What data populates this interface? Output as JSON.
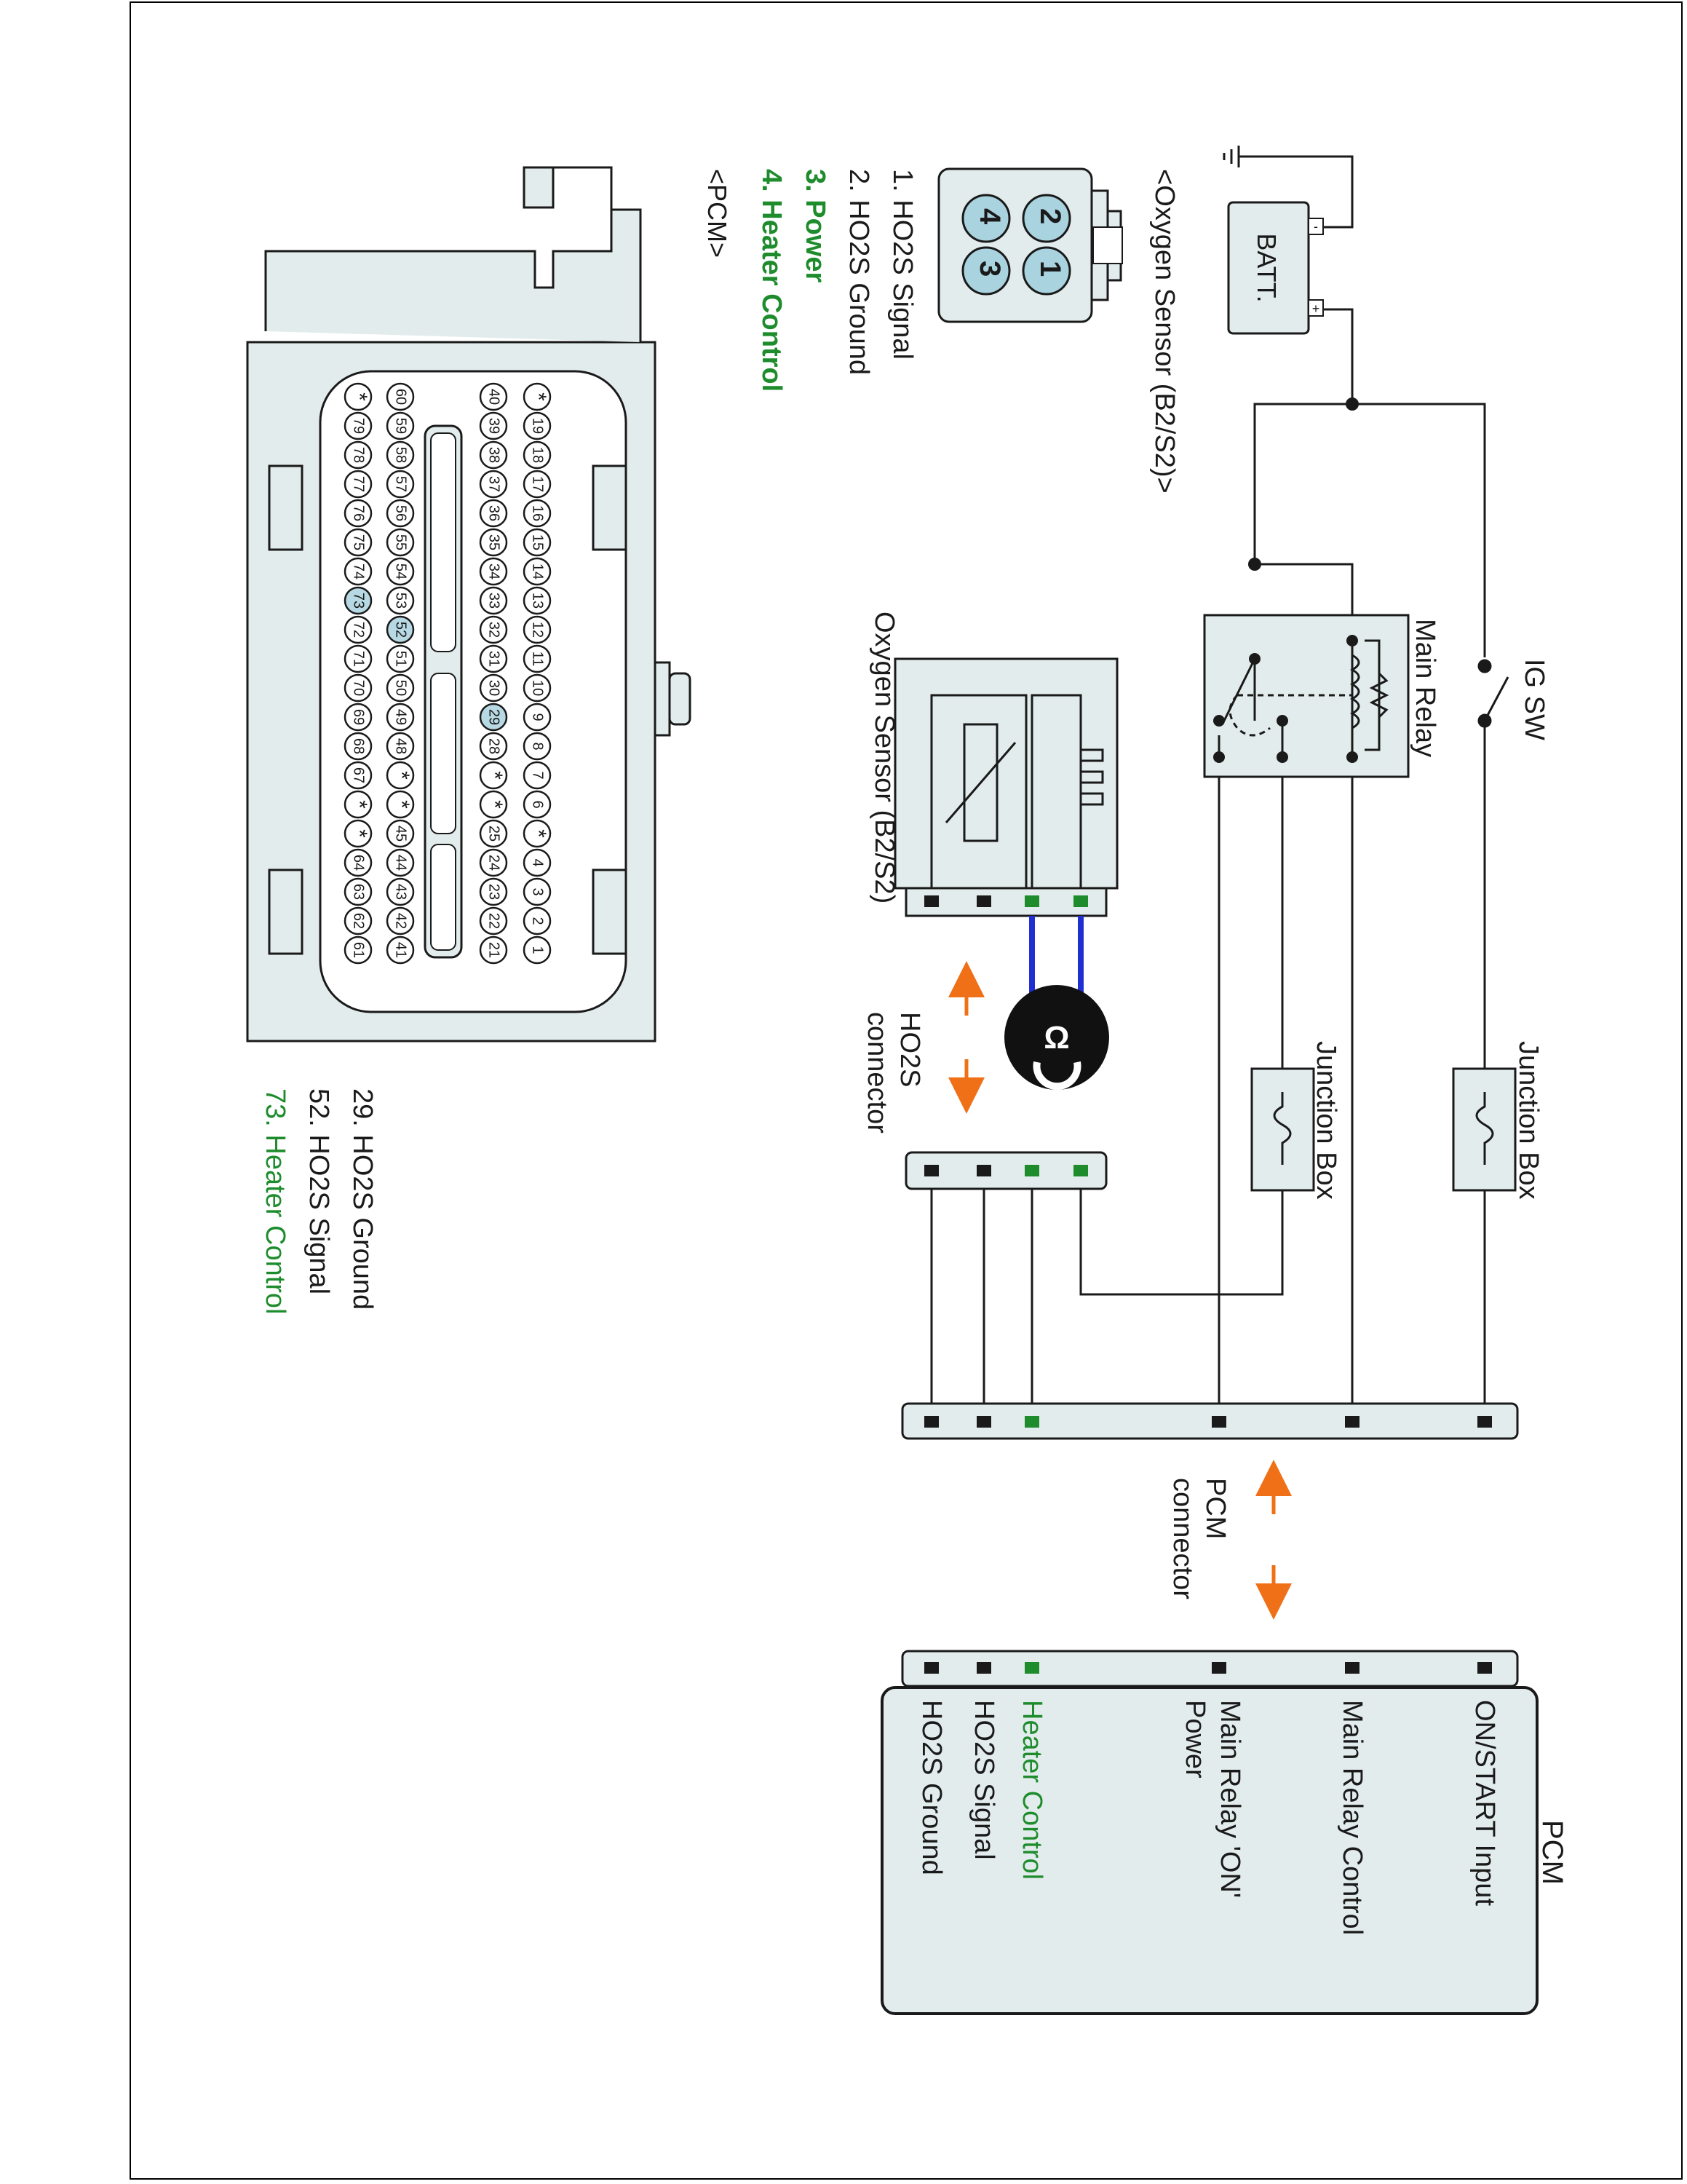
{
  "colors": {
    "line": "#1a1a1a",
    "box_fill": "#e3ecec",
    "pin_ring": "#ffffff",
    "pin_highlight": "#b7d9e3",
    "sensor_pin_fill": "#a9d3df",
    "heater_green": "#1e8c2d",
    "signal_blue": "#1f2fd1",
    "arrow_orange": "#f07018"
  },
  "icons": {
    "ground": "ground-icon",
    "switch": "switch-icon",
    "fuse": "fuse-icon",
    "ho2s": "ho2s-connector-icon"
  },
  "labels": {
    "ig_sw": "IG SW",
    "main_relay": "Main Relay",
    "batt": "BATT.",
    "junction_box_1": "Junction Box",
    "junction_box_2": "Junction Box",
    "sensor_title": "<Oxygen Sensor (B2/S2)>",
    "sensor_label": "Oxygen Sensor (B2/S2)",
    "ho2s_connector": [
      "HO2S",
      "connector"
    ],
    "pcm_connector": [
      "PCM",
      "connector"
    ],
    "pcm_title": "PCM",
    "pcm_connector_title": "<PCM>"
  },
  "sensor_pins": [
    {
      "text": "1. HO2S  Signal",
      "green": false
    },
    {
      "text": "2. HO2S  Ground",
      "green": false
    },
    {
      "text": "3. Power",
      "green": true
    },
    {
      "text": "4. Heater Control",
      "green": true
    }
  ],
  "sensor_connector_numbers": [
    "2",
    "1",
    "4",
    "3"
  ],
  "pcm_pin_legend": [
    {
      "text": "29. HO2S  Ground",
      "green": false
    },
    {
      "text": "52. HO2S  Signal",
      "green": false
    },
    {
      "text": "73. Heater Control",
      "green": true
    }
  ],
  "pcm_terminals": [
    {
      "text": "ON/START Input",
      "green": false
    },
    {
      "text": "Main Relay Control",
      "green": false
    },
    {
      "text": "Main Relay 'ON'",
      "green": false
    },
    {
      "text": "Power",
      "green": false
    },
    {
      "text": "Heater Control",
      "green": true
    },
    {
      "text": "HO2S  Signal",
      "green": false
    },
    {
      "text": "HO2S  Ground",
      "green": false
    }
  ],
  "pcm_pin_rows": [
    [
      "*",
      "19",
      "18",
      "17",
      "16",
      "15",
      "14",
      "13",
      "12",
      "11",
      "10",
      "9",
      "8",
      "7",
      "6",
      "*",
      "4",
      "3",
      "2",
      "1"
    ],
    [
      "40",
      "39",
      "38",
      "37",
      "36",
      "35",
      "34",
      "33",
      "32",
      "31",
      "30",
      "29",
      "28",
      "*",
      "*",
      "25",
      "24",
      "23",
      "22",
      "21"
    ],
    [
      "60",
      "59",
      "58",
      "57",
      "56",
      "55",
      "54",
      "53",
      "52",
      "51",
      "50",
      "49",
      "48",
      "*",
      "*",
      "45",
      "44",
      "43",
      "42",
      "41"
    ],
    [
      "*",
      "79",
      "78",
      "77",
      "76",
      "75",
      "74",
      "73",
      "72",
      "71",
      "70",
      "69",
      "68",
      "67",
      "*",
      "*",
      "64",
      "63",
      "62",
      "61"
    ]
  ],
  "highlighted_pins": [
    "29",
    "52",
    "73"
  ]
}
